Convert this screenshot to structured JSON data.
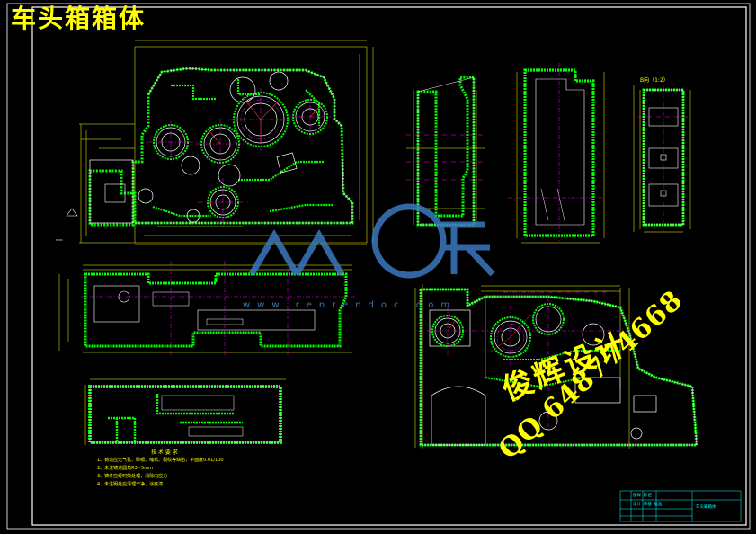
{
  "drawing": {
    "title": "车头箱箱体",
    "view_label": "B向（1:2）",
    "technical_requirements": {
      "title": "技 术 要 求",
      "notes": [
        "1、铸造应无气孔、砂眼、缩松、裂纹等缺陷，平面度0.01/100",
        "2、未注铸造圆角R3~5mm",
        "3、铸件应经时效处理，消除内应力",
        "4、未注明处应清理干净，涂底漆"
      ]
    },
    "title_block": {
      "rows": [
        "图样  标记",
        "设计  审核  批准"
      ],
      "name": "车头箱箱体"
    }
  },
  "watermarks": {
    "designer": "俊辉设计",
    "qq": "QQ 648774668",
    "site": "www.renrendoc.com"
  },
  "colors": {
    "background": "#000000",
    "outline": "#ffffff",
    "dimension": "#ffff00",
    "hatch": "#00ff00",
    "centerline": "#ff00ff",
    "cyan": "#00ffff",
    "red": "#ff3333",
    "watermark_blue": "#3a78c0"
  }
}
